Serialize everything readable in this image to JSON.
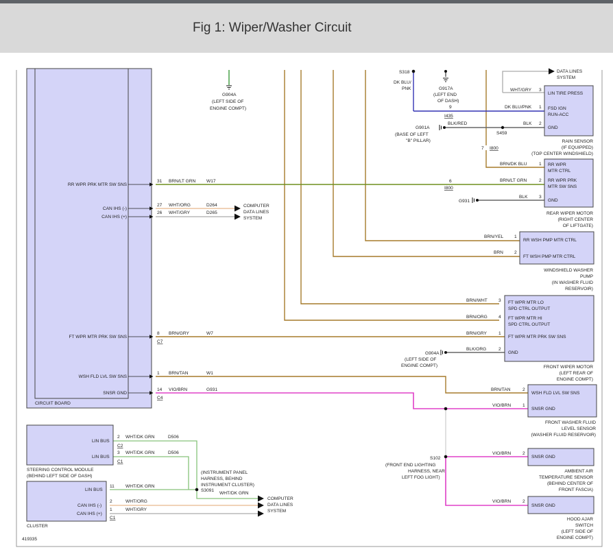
{
  "header": {
    "title": "Fig 1: Wiper/Washer Circuit"
  },
  "colors": {
    "brn_ltgrn": "#6f8f1f",
    "brn": "#a57a2a",
    "vio_brn": "#e040c8",
    "blue": "#3232b4",
    "gray": "#666666",
    "whtdkgrn": "#86c27a",
    "whtorg": "#e8b88c",
    "whtgry": "#aaaaaa",
    "module_fill": "#d4d4f8"
  },
  "circuit_board": {
    "label": "CIRCUIT BOARD",
    "pins": {
      "rr_wpr": {
        "name": "RR WPR PRK MTR SW SNS",
        "pin": "31",
        "wire": "BRN/LT GRN",
        "circuit": "W17"
      },
      "can_minus": {
        "name": "CAN IHS (-)",
        "pin": "27",
        "wire": "WHT/ORG",
        "circuit": "D264"
      },
      "can_plus": {
        "name": "CAN IHS (+)",
        "pin": "26",
        "wire": "WHT/GRY",
        "circuit": "D265"
      },
      "ft_wpr": {
        "name": "FT WPR MTR PRK SW SNS",
        "pin": "8",
        "wire": "BRN/GRY",
        "circuit": "W7",
        "conn": "C7"
      },
      "wsh_fld": {
        "name": "WSH FLD LVL SW SNS",
        "pin": "1",
        "wire": "BRN/TAN",
        "circuit": "W1"
      },
      "snsr_gnd": {
        "name": "SNSR GND",
        "pin": "14",
        "wire": "VIO/BRN",
        "circuit": "G931",
        "conn": "C4"
      }
    }
  },
  "computer_data_lines": [
    "COMPUTER",
    "DATA LINES",
    "SYSTEM"
  ],
  "data_lines_system": [
    "DATA LINES",
    "SYSTEM"
  ],
  "g904a_top": {
    "id": "G904A",
    "loc": [
      "(LEFT SIDE OF",
      "ENGINE COMPT)"
    ]
  },
  "s318": {
    "id": "S318",
    "wire": [
      "DK BLU/",
      "PNK"
    ]
  },
  "g917a": {
    "id": "G917A",
    "loc": [
      "(LEFT END",
      "OF DASH)"
    ]
  },
  "g901a": {
    "id": "G901A",
    "loc": [
      "(BASE OF LEFT",
      "\"B\" PILLAR)"
    ],
    "wire": "BLK/RED"
  },
  "s459": {
    "id": "S459"
  },
  "rain_sensor": {
    "pins": [
      {
        "n": "3",
        "name": "LIN TIRE PRESS",
        "wire": "WHT/GRY"
      },
      {
        "n": "1",
        "name1": "FSD IGN",
        "name2": "RUN-ACC",
        "wire": "DK BLU/PNK"
      },
      {
        "n": "2",
        "name": "GND",
        "wire": "BLK"
      }
    ],
    "label": [
      "RAIN SENSOR",
      "(IF EQUIPPED)",
      "(TOP CENTER WINDSHIELD)"
    ],
    "conn_pin": "9",
    "conn": "I435"
  },
  "rear_wiper": {
    "pins": [
      {
        "n": "1",
        "name1": "RR WPR",
        "name2": "MTR CTRL",
        "wire": "BRN/DK BLU"
      },
      {
        "n": "2",
        "name1": "RR WPR PRK",
        "name2": "MTR SW SNS",
        "wire": "BRN/LT GRN"
      },
      {
        "n": "3",
        "name": "GND",
        "wire": "BLK"
      }
    ],
    "label": [
      "REAR WIPER MOTOR",
      "(RIGHT CENTER",
      "OF LIFTGATE)"
    ],
    "conn_pin_top": "7",
    "conn_top": "I800",
    "conn_pin": "6",
    "conn": "I800",
    "ground": "G931"
  },
  "washer_pump": {
    "pins": [
      {
        "n": "1",
        "name": "RR WSH PMP MTR CTRL",
        "wire": "BRN/YEL"
      },
      {
        "n": "2",
        "name": "FT WSH PMP MTR CTRL",
        "wire": "BRN"
      }
    ],
    "label": [
      "WINDSHIELD WASHER",
      "PUMP",
      "(IN WASHER FLUID",
      "RESERVOIR)"
    ]
  },
  "front_wiper": {
    "pins": [
      {
        "n": "3",
        "name1": "FT WPR MTR LO",
        "name2": "SPD CTRL OUTPUT",
        "wire": "BRN/WHT"
      },
      {
        "n": "4",
        "name1": "FT WPR MTR HI",
        "name2": "SPD CTRL OUTPUT",
        "wire": "BRN/ORG"
      },
      {
        "n": "1",
        "name": "FT WPR MTR PRK SW SNS",
        "wire": "BRN/GRY"
      },
      {
        "n": "2",
        "name": "GND",
        "wire": "BLK/ORG"
      }
    ],
    "label": [
      "FRONT WIPER MOTOR",
      "(LEFT REAR OF",
      "ENGINE COMPT)"
    ],
    "ground": {
      "id": "G904A",
      "loc": [
        "(LEFT SIDE OF",
        "ENGINE COMPT)"
      ]
    }
  },
  "washer_level": {
    "pins": [
      {
        "n": "2",
        "name": "WSH FLD LVL SW SNS",
        "wire": "BRN/TAN"
      },
      {
        "n": "1",
        "name": "SNSR GND",
        "wire": "VIO/BRN"
      }
    ],
    "label": [
      "FRONT WASHER FLUID",
      "LEVEL SENSOR",
      "(WASHER FLUID RESERVOIR)"
    ]
  },
  "ambient": {
    "pin": {
      "n": "2",
      "name": "SNSR GND",
      "wire": "VIO/BRN"
    },
    "label": [
      "AMBIENT AIR",
      "TEMPERATURE SENSOR",
      "(BEHIND CENTER OF",
      "FRONT FASCIA)"
    ]
  },
  "hood_ajar": {
    "pin": {
      "n": "2",
      "name": "SNSR GND",
      "wire": "VIO/BRN"
    },
    "label": [
      "HOOD AJAR",
      "SWITCH",
      "(LEFT SIDE OF",
      "ENGINE COMPT)"
    ]
  },
  "s102": {
    "id": "S102",
    "loc": [
      "(FRONT END LIGHTING",
      "HARNESS, NEAR",
      "LEFT FOG LIGHT)"
    ]
  },
  "steering": {
    "pins": [
      {
        "n": "2",
        "name": "LIN BUS",
        "wire": "WHT/DK GRN",
        "circuit": "D506",
        "conn": "C2"
      },
      {
        "n": "3",
        "name": "LIN BUS",
        "wire": "WHT/DK GRN",
        "circuit": "D506",
        "conn": "C1"
      }
    ],
    "label": [
      "STEERING CONTROL MODULE",
      "(BEHIND LEFT SIDE OF DASH)"
    ]
  },
  "s3091": {
    "id": "S3091",
    "loc": [
      "(INSTRUMENT PANEL",
      "HARNESS, BEHIND",
      "INSTRUMENT CLUSTER)"
    ],
    "wire": "WHT/DK GRN"
  },
  "cluster": {
    "pins": [
      {
        "n": "11",
        "name": "LIN BUS",
        "wire": "WHT/DK GRN"
      },
      {
        "n": "2",
        "name": "CAN IHS (-)",
        "wire": "WHT/ORG"
      },
      {
        "n": "1",
        "name": "CAN IHS (+)",
        "wire": "WHT/GRY",
        "conn": "C1"
      }
    ],
    "label": "CLUSTER"
  },
  "figure_number": "419335"
}
